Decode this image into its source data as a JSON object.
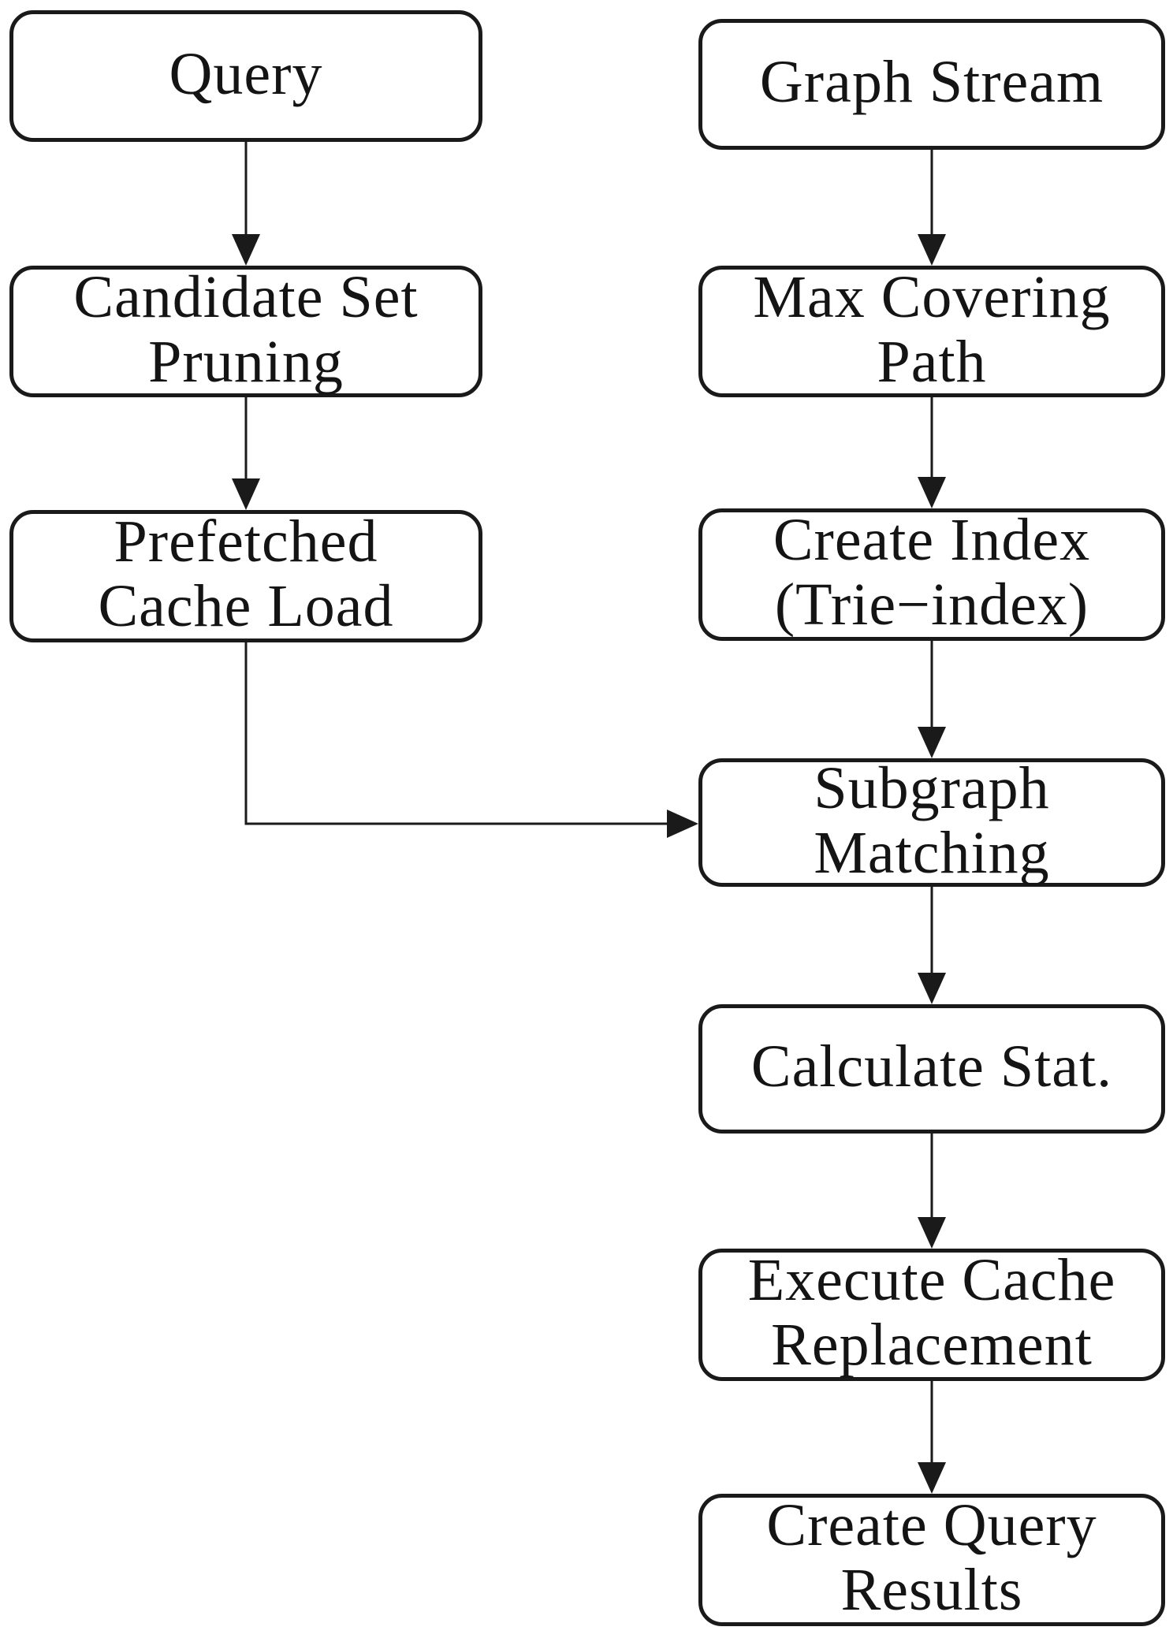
{
  "diagram": {
    "type": "flowchart",
    "colors": {
      "background": "#ffffff",
      "box_fill": "#ffffff",
      "box_border": "#1a1a1a",
      "arrow": "#1a1a1a",
      "text": "#141414"
    }
  },
  "nodes": [
    {
      "id": "query",
      "label": "Query"
    },
    {
      "id": "candidate-set-pruning",
      "label": "Candidate Set\nPruning"
    },
    {
      "id": "prefetched-cache-load",
      "label": "Prefetched\nCache Load"
    },
    {
      "id": "graph-stream",
      "label": "Graph Stream"
    },
    {
      "id": "max-covering-path",
      "label": "Max Covering\nPath"
    },
    {
      "id": "create-index-trie-index",
      "label": "Create Index\n(Trie−index)"
    },
    {
      "id": "subgraph-matching",
      "label": "Subgraph\nMatching"
    },
    {
      "id": "calculate-stat",
      "label": "Calculate Stat."
    },
    {
      "id": "execute-cache-replacement",
      "label": "Execute Cache\nReplacement"
    },
    {
      "id": "create-query-results",
      "label": "Create Query\nResults"
    }
  ],
  "edges": [
    {
      "from": "query",
      "to": "candidate-set-pruning"
    },
    {
      "from": "candidate-set-pruning",
      "to": "prefetched-cache-load"
    },
    {
      "from": "prefetched-cache-load",
      "to": "subgraph-matching"
    },
    {
      "from": "graph-stream",
      "to": "max-covering-path"
    },
    {
      "from": "max-covering-path",
      "to": "create-index-trie-index"
    },
    {
      "from": "create-index-trie-index",
      "to": "subgraph-matching"
    },
    {
      "from": "subgraph-matching",
      "to": "calculate-stat"
    },
    {
      "from": "calculate-stat",
      "to": "execute-cache-replacement"
    },
    {
      "from": "execute-cache-replacement",
      "to": "create-query-results"
    }
  ]
}
